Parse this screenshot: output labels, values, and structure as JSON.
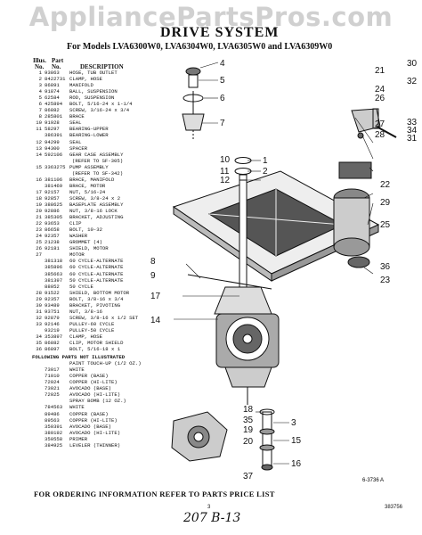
{
  "watermark": "AppliancePartsPros.com",
  "title": "DRIVE SYSTEM",
  "models": "For Models LVA6300W0, LVA6304W0, LVA6305W0 and LVA6309W0",
  "list_header": {
    "col1": "Illus.",
    "col1b": "No.",
    "col2": "Part",
    "col2b": "No.",
    "col3": "DESCRIPTION"
  },
  "parts": [
    [
      "1",
      "93863",
      "HOSE, TUB OUTLET"
    ],
    [
      "2",
      "8422731",
      "CLAMP, HOSE"
    ],
    [
      "3",
      "86891",
      "MANIFOLD"
    ],
    [
      "4",
      "91874",
      "BALL, SUSPENSION"
    ],
    [
      "5",
      "62584",
      "ROD, SUSPENSION"
    ],
    [
      "6",
      "425894",
      "BOLT, 5/16-24 x 1-1/4"
    ],
    [
      "7",
      "86882",
      "SCREW, 3/16-24 x 3/4"
    ],
    [
      "8",
      "285801",
      "BRACE"
    ],
    [
      "10",
      "91928",
      "SEAL"
    ],
    [
      "11",
      "58297",
      "BEARING-UPPER"
    ],
    [
      "",
      "386391",
      "BEARING-LOWER"
    ],
    [
      "12",
      "94299",
      "SEAL"
    ],
    [
      "13",
      "94300",
      "SPACER"
    ],
    [
      "14",
      "592106",
      "GEAR CASE ASSEMBLY"
    ],
    [
      "",
      "",
      "(REFER TO SF-305)"
    ],
    [
      "15",
      "3363275",
      "PUMP ASSEMBLY"
    ],
    [
      "",
      "",
      "(REFER TO SF-342)"
    ],
    [
      "16",
      "381106",
      "BRACE, MANIFOLD"
    ],
    [
      "",
      "381469",
      "BRACE, MOTOR"
    ],
    [
      "17",
      "92157",
      "NUT, 5/16-24"
    ],
    [
      "18",
      "92857",
      "SCREW, 3/8-24 x 2"
    ],
    [
      "19",
      "388625",
      "BASEPLATE ASSEMBLY"
    ],
    [
      "20",
      "92886",
      "NUT, 3/8-16 LOCK"
    ],
    [
      "21",
      "385305",
      "BRACKET, ADJUSTING"
    ],
    [
      "22",
      "93653",
      "CLIP"
    ],
    [
      "23",
      "86658",
      "BOLT, 10-32"
    ],
    [
      "24",
      "92357",
      "WASHER"
    ],
    [
      "25",
      "21238",
      "GROMMET (4)"
    ],
    [
      "26",
      "92181",
      "SHIELD, MOTOR"
    ],
    [
      "27",
      "",
      "MOTOR"
    ],
    [
      "",
      "381318",
      "60 CYCLE-ALTERNATE"
    ],
    [
      "",
      "385896",
      "60 CYCLE-ALTERNATE"
    ],
    [
      "",
      "385663",
      "60 CYCLE-ALTERNATE"
    ],
    [
      "",
      "381397",
      "50 CYCLE-ALTERNATE"
    ],
    [
      "",
      "88052",
      "50 CYCLE"
    ],
    [
      "28",
      "91522",
      "SHIELD, BOTTOM MOTOR"
    ],
    [
      "29",
      "92357",
      "BOLT, 3/8-16 x 3/4"
    ],
    [
      "30",
      "93489",
      "BRACKET, PIVOTING"
    ],
    [
      "31",
      "93751",
      "NUT, 3/8-16"
    ],
    [
      "32",
      "92879",
      "SCREW, 3/8-16 x 1/2 SET"
    ],
    [
      "33",
      "92146",
      "PULLEY-60 CYCLE"
    ],
    [
      "",
      "93219",
      "PULLEY-50 CYCLE"
    ],
    [
      "34",
      "353897",
      "CLAMP, HOSE"
    ],
    [
      "35",
      "86882",
      "CLIP, MOTOR SHIELD"
    ],
    [
      "36",
      "86897",
      "BOLT, 5/16-18 x 1"
    ]
  ],
  "not_illustrated_header": "FOLLOWING PARTS NOT ILLUSTRATED",
  "not_illustrated": [
    [
      "",
      "",
      "PAINT TOUCH-UP (1/2 OZ.)"
    ],
    [
      "",
      "73017",
      "WHITE"
    ],
    [
      "",
      "71010",
      "COPPER (BASE)"
    ],
    [
      "",
      "72024",
      "COPPER (HI-LITE)"
    ],
    [
      "",
      "73021",
      "AVOCADO (BASE)"
    ],
    [
      "",
      "72025",
      "AVOCADO (HI-LITE)"
    ],
    [
      "",
      "",
      "SPRAY BOMB (12 OZ.)"
    ],
    [
      "",
      "784563",
      "WHITE"
    ],
    [
      "",
      "89486",
      "COPPER (BASE)"
    ],
    [
      "",
      "89563",
      "COPPER (HI-LITE)"
    ],
    [
      "",
      "350391",
      "AVOCADO (BASE)"
    ],
    [
      "",
      "380192",
      "AVOCADO (HI-LITE)"
    ],
    [
      "",
      "350558",
      "PRIMER"
    ],
    [
      "",
      "384925",
      "LEVELER (THINNER)"
    ]
  ],
  "callouts": {
    "left": [
      "4",
      "5",
      "6",
      "7",
      "8",
      "9",
      "17",
      "14"
    ],
    "mid": [
      "10",
      "11",
      "12",
      "1",
      "2"
    ],
    "lower": [
      "18",
      "35",
      "19",
      "20",
      "3",
      "15",
      "16",
      "37"
    ],
    "right_top": [
      "30",
      "21",
      "32",
      "24",
      "26"
    ],
    "right_mid": [
      "31",
      "33",
      "34",
      "27",
      "28",
      "22"
    ],
    "right_low": [
      "29",
      "25",
      "36",
      "23"
    ]
  },
  "fig_code": "6-3736 A",
  "footer": "FOR ORDERING INFORMATION REFER TO PARTS PRICE LIST",
  "page_number": "3",
  "doc_number": "383756",
  "handwritten": "207 B-13"
}
